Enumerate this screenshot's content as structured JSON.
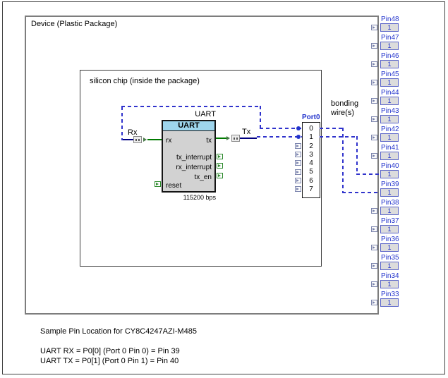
{
  "colors": {
    "accent": "#2233cc",
    "dash": "#3033cc",
    "green": "#007a00",
    "navy": "#000080",
    "header_blue": "#9ed5ec",
    "body_gray": "#d2d2d2",
    "pin_fill": "#dcdcdc",
    "pin_border": "#5a64c8",
    "device_border": "#7d7d7d",
    "dark": "#141414",
    "term_green": "#2e8b2e",
    "term_gray": "#7b84ad"
  },
  "device": {
    "label": "Device (Plastic Package)"
  },
  "chip": {
    "label": "silicon chip (inside the package)"
  },
  "uart": {
    "instance_label": "UART",
    "header": "UART",
    "pin_rx": "rx",
    "pin_tx": "tx",
    "pin_tx_interrupt": "tx_interrupt",
    "pin_rx_interrupt": "rx_interrupt",
    "pin_tx_en": "tx_en",
    "pin_reset": "reset",
    "baud_label": "115200 bps"
  },
  "signals": {
    "rx_label": "Rx",
    "tx_label": "Tx"
  },
  "bonding_label": "bonding wire(s)",
  "port": {
    "label": "Port0",
    "rows": [
      "0",
      "1",
      "2",
      "3",
      "4",
      "5",
      "6",
      "7"
    ]
  },
  "pins": [
    {
      "name": "Pin48",
      "value": "1"
    },
    {
      "name": "Pin47",
      "value": "1"
    },
    {
      "name": "Pin46",
      "value": "1"
    },
    {
      "name": "Pin45",
      "value": "1"
    },
    {
      "name": "Pin44",
      "value": "1"
    },
    {
      "name": "Pin43",
      "value": "1"
    },
    {
      "name": "Pin42",
      "value": "1"
    },
    {
      "name": "Pin41",
      "value": "1"
    },
    {
      "name": "Pin40",
      "value": "1"
    },
    {
      "name": "Pin39",
      "value": "1"
    },
    {
      "name": "Pin38",
      "value": "1"
    },
    {
      "name": "Pin37",
      "value": "1"
    },
    {
      "name": "Pin36",
      "value": "1"
    },
    {
      "name": "Pin35",
      "value": "1"
    },
    {
      "name": "Pin34",
      "value": "1"
    },
    {
      "name": "Pin33",
      "value": "1"
    }
  ],
  "notes": {
    "title": "Sample Pin Location for CY8C4247AZI-M485",
    "line_rx": "UART RX = P0[0] (Port 0 Pin 0) = Pin 39",
    "line_tx": "UART TX = P0[1] (Port 0 Pin 1) = Pin 40"
  }
}
